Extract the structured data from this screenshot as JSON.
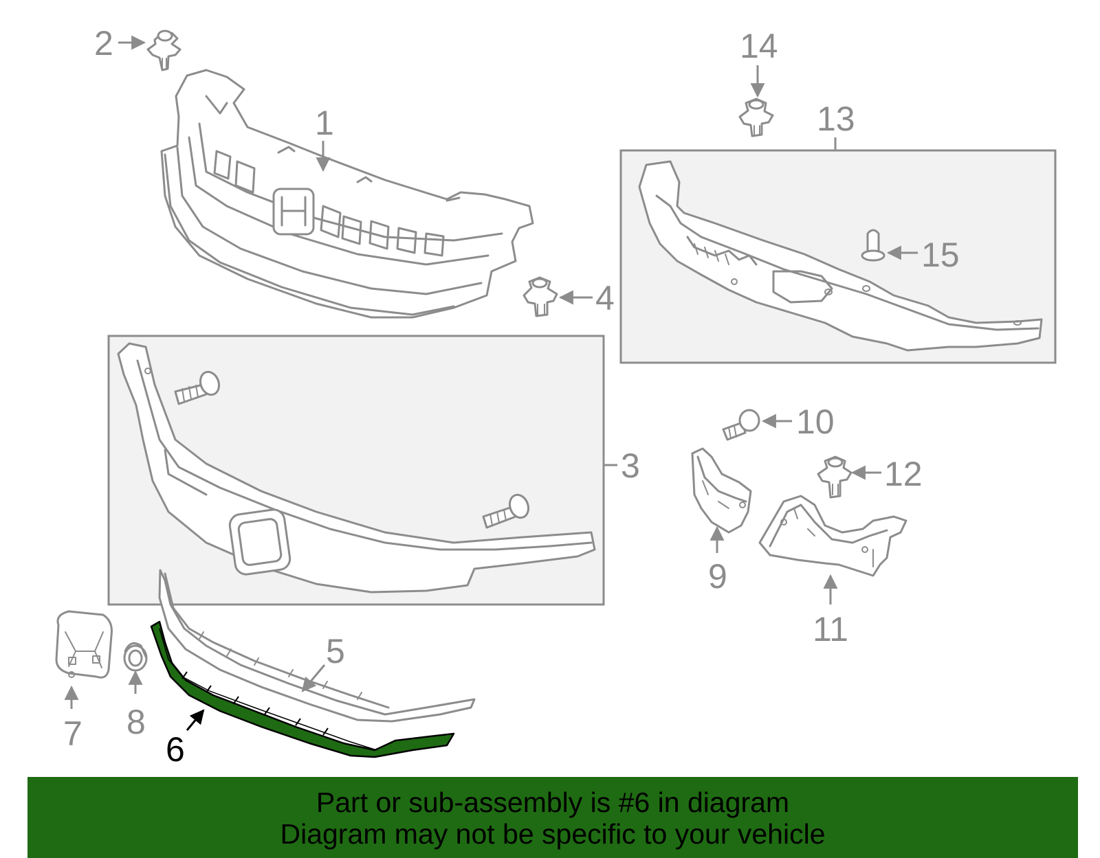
{
  "callouts": {
    "c1": "1",
    "c2": "2",
    "c3": "3",
    "c4": "4",
    "c5": "5",
    "c6": "6",
    "c7": "7",
    "c8": "8",
    "c9": "9",
    "c10": "10",
    "c11": "11",
    "c12": "12",
    "c13": "13",
    "c14": "14",
    "c15": "15"
  },
  "highlight": {
    "part_number": "6",
    "color": "#1f6b13"
  },
  "banner": {
    "line1": "Part or sub-assembly is #6 in diagram",
    "line2": "Diagram may not be specific to your vehicle",
    "background": "#1f6b13"
  },
  "colors": {
    "linework": "#8c8c8c",
    "box_fill": "#f2f2f2"
  }
}
